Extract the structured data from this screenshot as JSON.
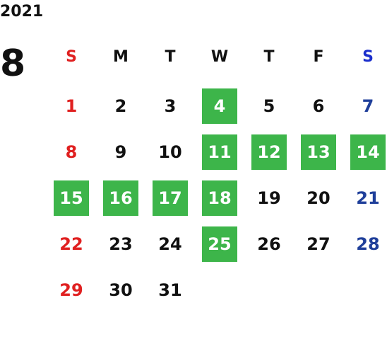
{
  "calendar": {
    "year": "2021",
    "month": "8",
    "weekdays": [
      "S",
      "M",
      "T",
      "W",
      "T",
      "F",
      "S"
    ],
    "weeks": [
      [
        {
          "day": "1",
          "highlighted": false
        },
        {
          "day": "2",
          "highlighted": false
        },
        {
          "day": "3",
          "highlighted": false
        },
        {
          "day": "4",
          "highlighted": true
        },
        {
          "day": "5",
          "highlighted": false
        },
        {
          "day": "6",
          "highlighted": false
        },
        {
          "day": "7",
          "highlighted": false
        }
      ],
      [
        {
          "day": "8",
          "highlighted": false
        },
        {
          "day": "9",
          "highlighted": false
        },
        {
          "day": "10",
          "highlighted": false
        },
        {
          "day": "11",
          "highlighted": true
        },
        {
          "day": "12",
          "highlighted": true
        },
        {
          "day": "13",
          "highlighted": true
        },
        {
          "day": "14",
          "highlighted": true
        }
      ],
      [
        {
          "day": "15",
          "highlighted": true
        },
        {
          "day": "16",
          "highlighted": true
        },
        {
          "day": "17",
          "highlighted": true
        },
        {
          "day": "18",
          "highlighted": true
        },
        {
          "day": "19",
          "highlighted": false
        },
        {
          "day": "20",
          "highlighted": false
        },
        {
          "day": "21",
          "highlighted": false
        }
      ],
      [
        {
          "day": "22",
          "highlighted": false
        },
        {
          "day": "23",
          "highlighted": false
        },
        {
          "day": "24",
          "highlighted": false
        },
        {
          "day": "25",
          "highlighted": true
        },
        {
          "day": "26",
          "highlighted": false
        },
        {
          "day": "27",
          "highlighted": false
        },
        {
          "day": "28",
          "highlighted": false
        }
      ],
      [
        {
          "day": "29",
          "highlighted": false
        },
        {
          "day": "30",
          "highlighted": false
        },
        {
          "day": "31",
          "highlighted": false
        }
      ]
    ]
  },
  "colors": {
    "highlight": "#3db54a",
    "sunday": "#e02020",
    "saturday": "#1f3f9a",
    "saturday_header": "#1a2ecc",
    "text": "#111111"
  }
}
